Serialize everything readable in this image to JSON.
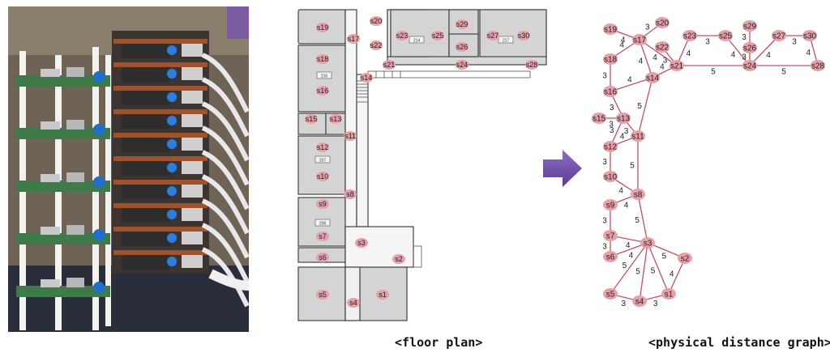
{
  "captions": {
    "floor_plan": "<floor plan>",
    "graph": "<physical distance graph>"
  },
  "floor_plan": {
    "room_labels": [
      "s1",
      "s2",
      "s3",
      "s4",
      "s5",
      "s6",
      "s7",
      "s8",
      "s9",
      "s10",
      "s11",
      "s12",
      "s13",
      "s14",
      "s15",
      "s16",
      "s17",
      "s18",
      "s19",
      "s20",
      "s21",
      "s22",
      "s23",
      "s24",
      "s25",
      "s26",
      "s27",
      "s28",
      "s29",
      "s30"
    ],
    "room_numbers": [
      "214",
      "217",
      "216",
      "207",
      "208"
    ]
  },
  "graph": {
    "node_color": "#e8a0a8",
    "edge_color": "#c0506a",
    "nodes": [
      "s1",
      "s2",
      "s3",
      "s4",
      "s5",
      "s6",
      "s7",
      "s8",
      "s9",
      "s10",
      "s11",
      "s12",
      "s13",
      "s14",
      "s15",
      "s16",
      "s17",
      "s18",
      "s19",
      "s20",
      "s21",
      "s22",
      "s23",
      "s24",
      "s25",
      "s26",
      "s27",
      "s28",
      "s29",
      "s30"
    ],
    "edges": [
      {
        "from": "s19",
        "to": "s17",
        "weight": "4"
      },
      {
        "from": "s20",
        "to": "s17",
        "weight": "3"
      },
      {
        "from": "s17",
        "to": "s18",
        "weight": "4"
      },
      {
        "from": "s17",
        "to": "s21",
        "weight": "4"
      },
      {
        "from": "s17",
        "to": "s14",
        "weight": "4"
      },
      {
        "from": "s22",
        "to": "s21",
        "weight": "3"
      },
      {
        "from": "s21",
        "to": "s23",
        "weight": "4"
      },
      {
        "from": "s23",
        "to": "s25",
        "weight": "3"
      },
      {
        "from": "s25",
        "to": "s24",
        "weight": "4"
      },
      {
        "from": "s29",
        "to": "s26",
        "weight": "3"
      },
      {
        "from": "s26",
        "to": "s24",
        "weight": "3"
      },
      {
        "from": "s24",
        "to": "s27",
        "weight": "4"
      },
      {
        "from": "s27",
        "to": "s30",
        "weight": "3"
      },
      {
        "from": "s30",
        "to": "s28",
        "weight": "4"
      },
      {
        "from": "s21",
        "to": "s24",
        "weight": "5"
      },
      {
        "from": "s24",
        "to": "s28",
        "weight": "5"
      },
      {
        "from": "s21",
        "to": "s14",
        "weight": "4"
      },
      {
        "from": "s18",
        "to": "s16",
        "weight": "3"
      },
      {
        "from": "s14",
        "to": "s16",
        "weight": "4"
      },
      {
        "from": "s14",
        "to": "s11",
        "weight": "5"
      },
      {
        "from": "s16",
        "to": "s13",
        "weight": "3"
      },
      {
        "from": "s15",
        "to": "s13",
        "weight": "3"
      },
      {
        "from": "s13",
        "to": "s11",
        "weight": "3"
      },
      {
        "from": "s13",
        "to": "s12",
        "weight": "3"
      },
      {
        "from": "s11",
        "to": "s12",
        "weight": "4"
      },
      {
        "from": "s11",
        "to": "s8",
        "weight": "5"
      },
      {
        "from": "s12",
        "to": "s10",
        "weight": "3"
      },
      {
        "from": "s10",
        "to": "s8",
        "weight": "4"
      },
      {
        "from": "s9",
        "to": "s8",
        "weight": "4"
      },
      {
        "from": "s8",
        "to": "s3",
        "weight": "5"
      },
      {
        "from": "s9",
        "to": "s7",
        "weight": "3"
      },
      {
        "from": "s7",
        "to": "s3",
        "weight": "4"
      },
      {
        "from": "s7",
        "to": "s6",
        "weight": "3"
      },
      {
        "from": "s6",
        "to": "s3",
        "weight": "4"
      },
      {
        "from": "s3",
        "to": "s2",
        "weight": "5"
      },
      {
        "from": "s3",
        "to": "s5",
        "weight": "5"
      },
      {
        "from": "s3",
        "to": "s4",
        "weight": "5"
      },
      {
        "from": "s3",
        "to": "s1",
        "weight": "5"
      },
      {
        "from": "s5",
        "to": "s4",
        "weight": "3"
      },
      {
        "from": "s4",
        "to": "s1",
        "weight": "3"
      },
      {
        "from": "s2",
        "to": "s1",
        "weight": "4"
      }
    ]
  }
}
